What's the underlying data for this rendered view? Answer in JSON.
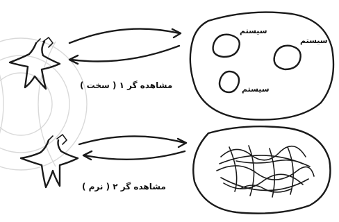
{
  "observer1": {
    "label": "مشاهده گر ۱ ( سخت )"
  },
  "observer2": {
    "label": "مشاهده گر ۲ ( نرم )"
  },
  "system_label": "سیستم",
  "colors": {
    "ink": "#1a1a1a",
    "watermark": "#d9d9d9"
  }
}
